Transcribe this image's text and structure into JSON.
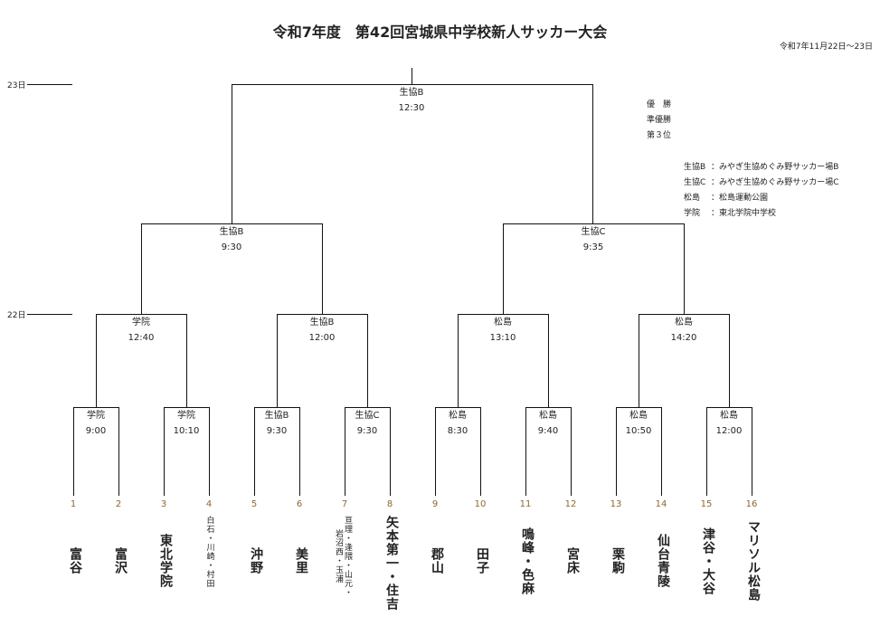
{
  "title": "令和7年度　第42回宮城県中学校新人サッカー大会",
  "dates": "令和7年11月22日～23日",
  "days": [
    "23日",
    "22日"
  ],
  "results": {
    "winner": "優　勝",
    "runner_up": "準優勝",
    "third": "第３位"
  },
  "venues": [
    {
      "abbr": "生協B",
      "name": "：みやぎ生協めぐみ野サッカー場B"
    },
    {
      "abbr": "生協C",
      "name": "：みやぎ生協めぐみ野サッカー場C"
    },
    {
      "abbr": "松島",
      "name": "：松島運動公園"
    },
    {
      "abbr": "学院",
      "name": "：東北学院中学校"
    }
  ],
  "round1": [
    {
      "venue": "学院",
      "time": "9:00"
    },
    {
      "venue": "学院",
      "time": "10:10"
    },
    {
      "venue": "生協B",
      "time": "9:30"
    },
    {
      "venue": "生協C",
      "time": "9:30"
    },
    {
      "venue": "松島",
      "time": "8:30"
    },
    {
      "venue": "松島",
      "time": "9:40"
    },
    {
      "venue": "松島",
      "time": "10:50"
    },
    {
      "venue": "松島",
      "time": "12:00"
    }
  ],
  "round2": [
    {
      "venue": "学院",
      "time": "12:40"
    },
    {
      "venue": "生協B",
      "time": "12:00"
    },
    {
      "venue": "松島",
      "time": "13:10"
    },
    {
      "venue": "松島",
      "time": "14:20"
    }
  ],
  "semis": [
    {
      "venue": "生協B",
      "time": "9:30"
    },
    {
      "venue": "生協C",
      "time": "9:35"
    }
  ],
  "final": {
    "venue": "生協B",
    "time": "12:30"
  },
  "teams": [
    {
      "no": "1",
      "name": "富谷"
    },
    {
      "no": "2",
      "name": "富沢"
    },
    {
      "no": "3",
      "name": "東北学院"
    },
    {
      "no": "4",
      "name": "白石・川崎・村田",
      "small": true
    },
    {
      "no": "5",
      "name": "沖野"
    },
    {
      "no": "6",
      "name": "美里"
    },
    {
      "no": "7",
      "name": "亘理・逢隈・山元・",
      "name2": "岩沼西・玉浦",
      "small": true
    },
    {
      "no": "8",
      "name": "矢本第一・住吉"
    },
    {
      "no": "9",
      "name": "郡山"
    },
    {
      "no": "10",
      "name": "田子"
    },
    {
      "no": "11",
      "name": "鳴峰・色麻"
    },
    {
      "no": "12",
      "name": "宮床"
    },
    {
      "no": "13",
      "name": "栗駒"
    },
    {
      "no": "14",
      "name": "仙台青陵"
    },
    {
      "no": "15",
      "name": "津谷・大谷"
    },
    {
      "no": "16",
      "name": "マリソル松島"
    }
  ]
}
